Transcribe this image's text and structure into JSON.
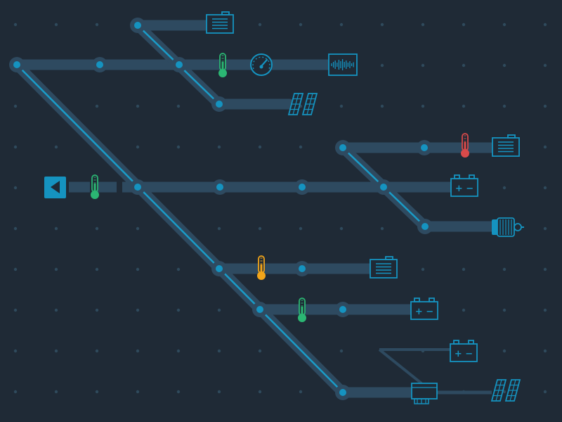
{
  "colors": {
    "background": "#1f2a36",
    "grid_dot": "#2f4a5c",
    "pipe": "#2e4a60",
    "pipe_core": "#1a9cc8",
    "node_ring": "#2e4a60",
    "node_core": "#1593c0",
    "icon": "#1593c0",
    "thermo_green": "#2bb673",
    "thermo_red": "#d84a4a",
    "thermo_yellow": "#f2a51a",
    "input_box": "#1593c0",
    "input_arrow": "#1f2a36"
  },
  "diagram": {
    "type": "pipeline-network",
    "input": {
      "icon": "play-left-icon"
    },
    "devices": [
      {
        "name": "battery-box-icon",
        "label": "+ −"
      },
      {
        "name": "battery-box-icon",
        "label": "+ −"
      },
      {
        "name": "battery-box-icon",
        "label": "+ −"
      },
      {
        "name": "storage-tank-icon"
      },
      {
        "name": "storage-tank-icon"
      },
      {
        "name": "storage-tank-icon"
      },
      {
        "name": "solar-panel-icon"
      },
      {
        "name": "solar-panel-icon"
      },
      {
        "name": "gauge-icon"
      },
      {
        "name": "waveform-monitor-icon"
      },
      {
        "name": "motor-icon"
      },
      {
        "name": "inverter-icon"
      }
    ],
    "thermometers": [
      {
        "name": "thermometer-icon",
        "state": "green"
      },
      {
        "name": "thermometer-icon",
        "state": "green"
      },
      {
        "name": "thermometer-icon",
        "state": "red"
      },
      {
        "name": "thermometer-icon",
        "state": "yellow"
      },
      {
        "name": "thermometer-icon",
        "state": "green"
      }
    ]
  },
  "battery_label": "+ −"
}
